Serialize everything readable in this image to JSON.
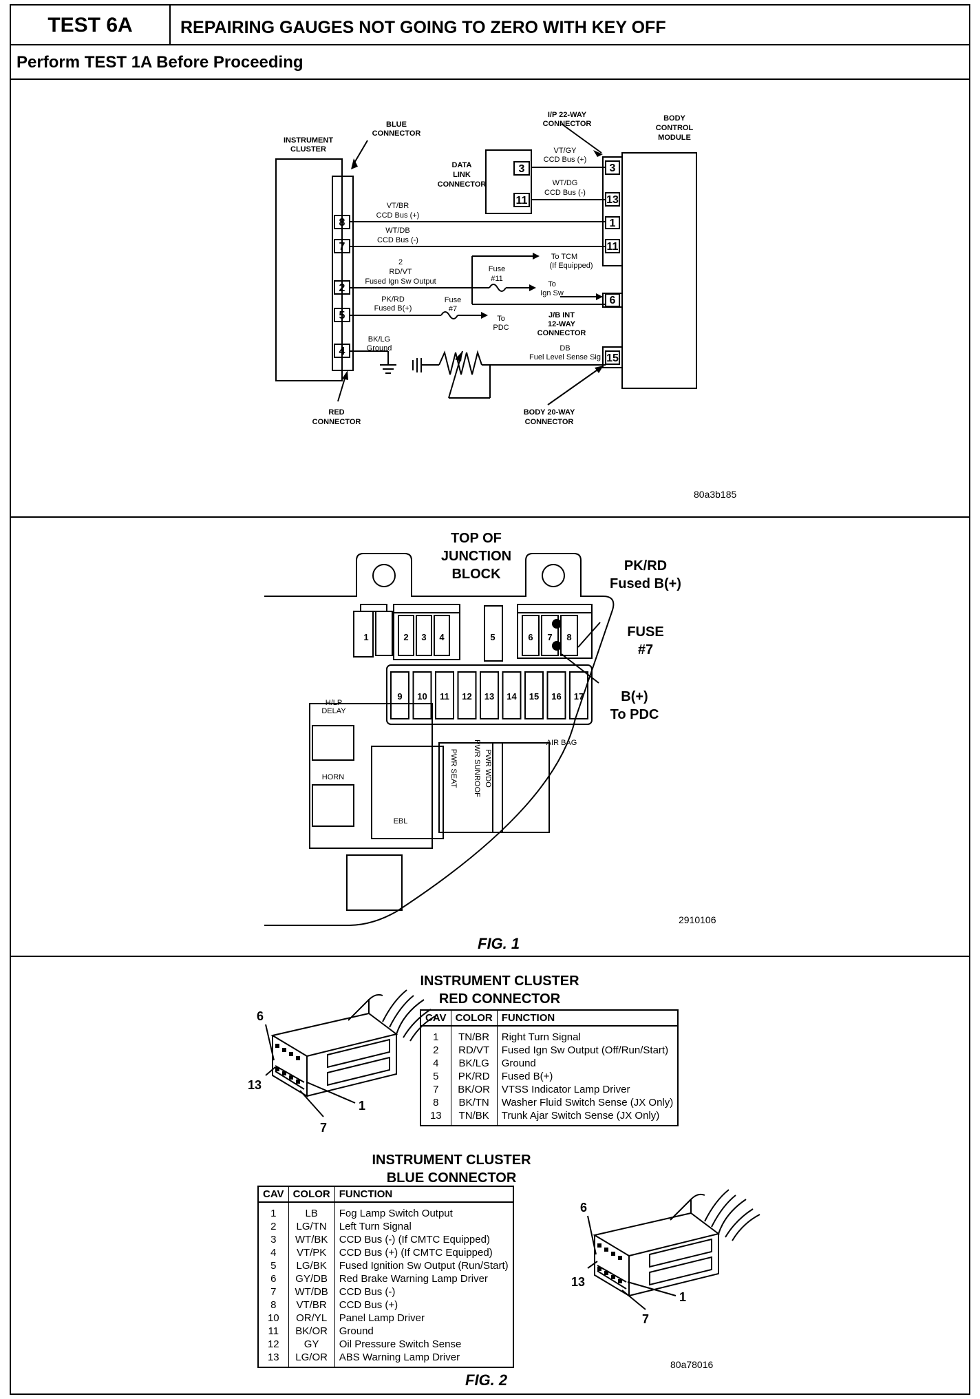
{
  "header": {
    "test_id": "TEST 6A",
    "title": "REPAIRING GAUGES NOT GOING TO ZERO WITH KEY OFF",
    "prerequisite": "Perform TEST 1A Before Proceeding"
  },
  "wiring": {
    "instrument_cluster": [
      "INSTRUMENT",
      "CLUSTER"
    ],
    "blue_connector": [
      "BLUE",
      "CONNECTOR"
    ],
    "red_connector": [
      "RED",
      "CONNECTOR"
    ],
    "ip_connector": [
      "I/P 22-WAY",
      "CONNECTOR"
    ],
    "body_control_module": [
      "BODY",
      "CONTROL",
      "MODULE"
    ],
    "data_link": [
      "DATA",
      "LINK",
      "CONNECTOR"
    ],
    "jb_connector": [
      "J/B INT",
      "12-WAY",
      "CONNECTOR"
    ],
    "body_connector": [
      "BODY 20-WAY",
      "CONNECTOR"
    ],
    "w_vtgy": [
      "VT/GY",
      "CCD Bus (+)"
    ],
    "w_wtdg": [
      "WT/DG",
      "CCD Bus (-)"
    ],
    "w_vtbr": [
      "VT/BR",
      "CCD Bus (+)"
    ],
    "w_wtdb": [
      "WT/DB",
      "CCD Bus (-)"
    ],
    "w_rdvt": [
      "2",
      "RD/VT",
      "Fused Ign Sw Output"
    ],
    "w_pkrd": [
      "PK/RD",
      "Fused B(+)"
    ],
    "w_bklg": [
      "BK/LG",
      "Ground"
    ],
    "w_db": [
      "DB",
      "Fuel Level Sense Sig"
    ],
    "fuse11": [
      "Fuse",
      "#11"
    ],
    "fuse7": [
      "Fuse",
      "#7"
    ],
    "to_tcm": [
      "To TCM",
      "(If Equipped)"
    ],
    "to_ign": [
      "To",
      "Ign Sw"
    ],
    "to_pdc": [
      "To",
      "PDC"
    ],
    "cluster_pins": [
      "8",
      "7",
      "2",
      "5",
      "4"
    ],
    "dl_pins": [
      "3",
      "11"
    ],
    "bcm_pins": [
      "3",
      "13",
      "1",
      "11",
      "6",
      "15"
    ],
    "code": "80a3b185"
  },
  "junction": {
    "title": [
      "TOP OF",
      "JUNCTION",
      "BLOCK"
    ],
    "pkrd": [
      "PK/RD",
      "Fused B(+)"
    ],
    "fuse7": [
      "FUSE",
      "#7"
    ],
    "bplus": [
      "B(+)",
      "To PDC"
    ],
    "top_fuses": [
      "1",
      "2",
      "3",
      "4",
      "5",
      "6",
      "7",
      "8"
    ],
    "bottom_fuses": [
      "9",
      "10",
      "11",
      "12",
      "13",
      "14",
      "15",
      "16",
      "17"
    ],
    "hlp_delay": [
      "H/LP",
      "DELAY"
    ],
    "horn": "HORN",
    "ebl": "EBL",
    "pwr_seat": "PWR SEAT",
    "pwr_sunroof": "PWR SUNROOF",
    "pwr_wdo": "PWR WDO",
    "air_bag": "AIR BAG",
    "code": "2910106",
    "caption": "FIG. 1"
  },
  "red_connector": {
    "title": [
      "INSTRUMENT CLUSTER",
      "RED CONNECTOR"
    ],
    "headers": [
      "CAV",
      "COLOR",
      "FUNCTION"
    ],
    "rows": [
      [
        "1",
        "TN/BR",
        "Right Turn Signal"
      ],
      [
        "2",
        "RD/VT",
        "Fused Ign Sw Output (Off/Run/Start)"
      ],
      [
        "4",
        "BK/LG",
        "Ground"
      ],
      [
        "5",
        "PK/RD",
        "Fused B(+)"
      ],
      [
        "7",
        "BK/OR",
        "VTSS Indicator Lamp Driver"
      ],
      [
        "8",
        "BK/TN",
        "Washer Fluid Switch Sense (JX Only)"
      ],
      [
        "13",
        "TN/BK",
        "Trunk Ajar Switch Sense (JX Only)"
      ]
    ],
    "pin_labels": [
      "6",
      "13",
      "7",
      "1"
    ]
  },
  "blue_connector": {
    "title": [
      "INSTRUMENT CLUSTER",
      "BLUE CONNECTOR"
    ],
    "headers": [
      "CAV",
      "COLOR",
      "FUNCTION"
    ],
    "rows": [
      [
        "1",
        "LB",
        "Fog Lamp Switch Output"
      ],
      [
        "2",
        "LG/TN",
        "Left Turn Signal"
      ],
      [
        "3",
        "WT/BK",
        "CCD Bus (-) (If CMTC Equipped)"
      ],
      [
        "4",
        "VT/PK",
        "CCD Bus (+) (If CMTC Equipped)"
      ],
      [
        "5",
        "LG/BK",
        "Fused Ignition Sw Output (Run/Start)"
      ],
      [
        "6",
        "GY/DB",
        "Red Brake Warning Lamp Driver"
      ],
      [
        "7",
        "WT/DB",
        "CCD Bus (-)"
      ],
      [
        "8",
        "VT/BR",
        "CCD Bus (+)"
      ],
      [
        "10",
        "OR/YL",
        "Panel Lamp Driver"
      ],
      [
        "11",
        "BK/OR",
        "Ground"
      ],
      [
        "12",
        "GY",
        "Oil Pressure Switch Sense"
      ],
      [
        "13",
        "LG/OR",
        "ABS Warning Lamp Driver"
      ]
    ],
    "pin_labels": [
      "6",
      "13",
      "7",
      "1"
    ]
  },
  "fig2": {
    "code": "80a78016",
    "caption": "FIG. 2"
  }
}
